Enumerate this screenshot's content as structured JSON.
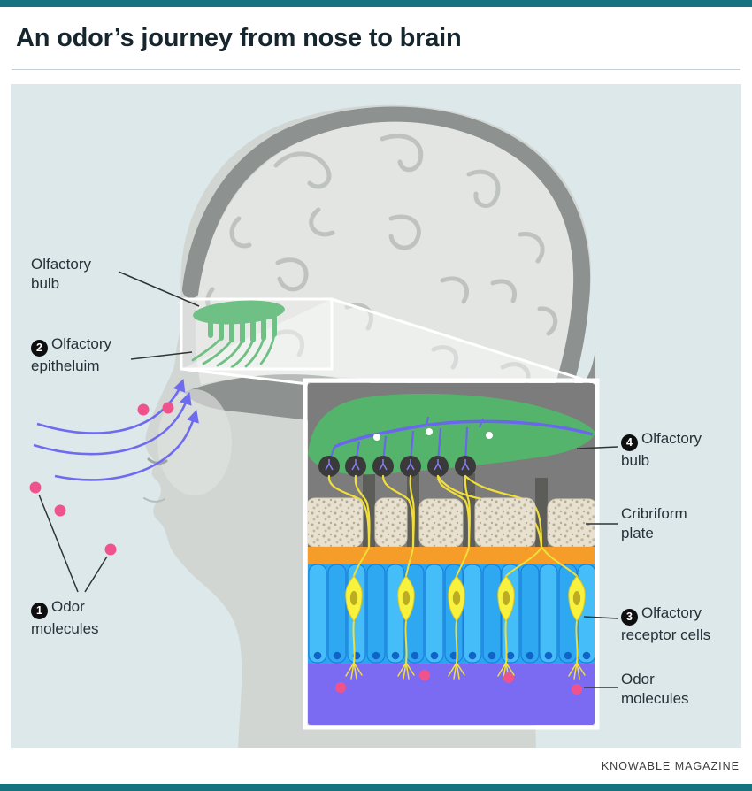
{
  "page": {
    "title": "An odor’s journey from nose to brain",
    "credit": "KNOWABLE MAGAZINE"
  },
  "labels": {
    "olfactory_bulb_head": {
      "text": "Olfactory bulb"
    },
    "olfactory_epithelium": {
      "num": "2",
      "text": "Olfactory epitheluim"
    },
    "odor_molecules_left": {
      "num": "1",
      "text": "Odor molecules"
    },
    "olfactory_bulb_inset": {
      "num": "4",
      "text": "Olfactory bulb"
    },
    "cribriform_plate": {
      "text": "Cribriform plate"
    },
    "olfactory_receptor_cells": {
      "num": "3",
      "text": "Olfactory receptor cells"
    },
    "odor_molecules_inset": {
      "text": "Odor molecules"
    }
  },
  "colors": {
    "accent_teal": "#17727f",
    "diagram_bg": "#dce8ea",
    "bulb_green": "#55b46b",
    "nerve_purple": "#6f6bf1",
    "odor_pink": "#f0538c",
    "receptor_yellow": "#f1de39",
    "epithelium_blue": "#2aa6f1",
    "mucus_purple": "#7b6bf2",
    "cribriform_beige": "#e9e1cf",
    "skull_gray": "#8d918f",
    "inset_gray": "#7c7c7c",
    "basement_orange": "#f59d28"
  }
}
